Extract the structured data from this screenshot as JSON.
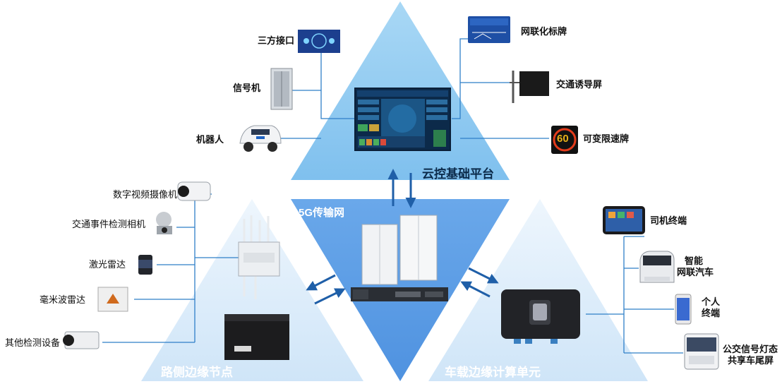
{
  "regions": {
    "cloud": "云控基础平台",
    "network": "5G传输网",
    "roadside": "路侧边缘节点",
    "vehicle": "车载边缘计算单元"
  },
  "cloud_devices": {
    "third_party": "三方接口",
    "signal_machine": "信号机",
    "robot": "机器人",
    "networked_sign": "网联化标牌",
    "guidance_screen": "交通诱导屏",
    "speed_limit_sign": "可变限速牌",
    "speed_limit_value": "60"
  },
  "roadside_devices": [
    "数字视频摄像机",
    "交通事件检测相机",
    "激光雷达",
    "毫米波雷达",
    "其他检测设备"
  ],
  "vehicle_devices": {
    "driver_terminal": "司机终端",
    "smart_car_1": "智能",
    "smart_car_2": "网联汽车",
    "personal_1": "个人",
    "personal_2": "终端",
    "bus_1": "公交信号灯态",
    "bus_2": "共享车尾屏"
  },
  "colors": {
    "cloud_triangle": "#8fcaf0",
    "network_triangle": "#5a9ee6",
    "side_triangle": "#d6eafa",
    "arrow": "#1f5fa8",
    "line": "#2f7fc8"
  }
}
